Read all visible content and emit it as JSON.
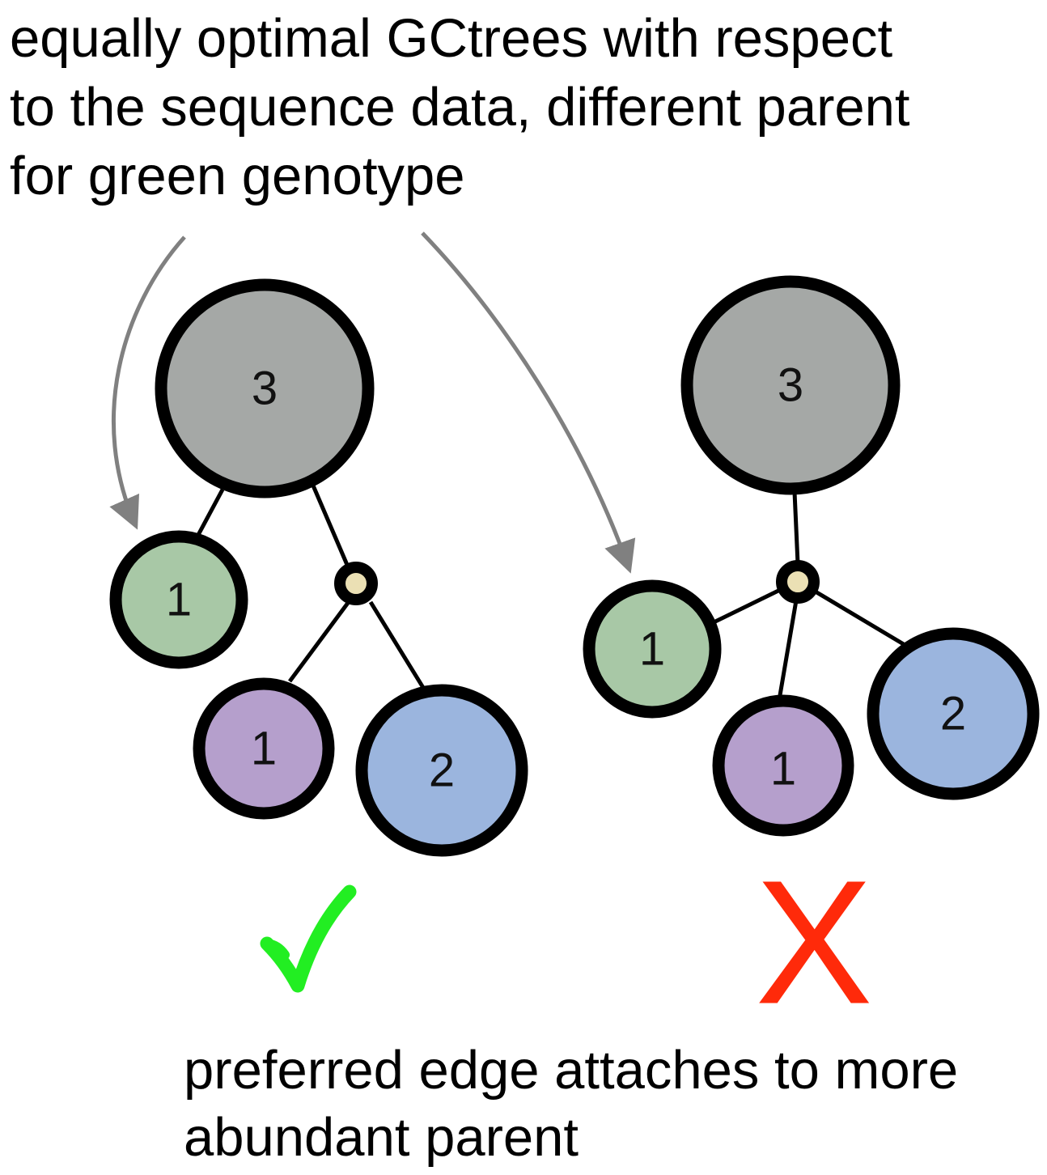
{
  "top_caption": {
    "line1": "equally optimal GCtrees with respect",
    "line2": "to the sequence data, different parent",
    "line3": "for green genotype"
  },
  "bottom_caption": {
    "line1": "preferred edge attaches to more",
    "line2": "abundant parent"
  },
  "trees": {
    "left": {
      "root_label": "3",
      "green_label": "1",
      "purple_label": "1",
      "blue_label": "2",
      "verdict_mark": "✓"
    },
    "right": {
      "root_label": "3",
      "green_label": "1",
      "purple_label": "1",
      "blue_label": "2",
      "verdict_mark": "X"
    }
  },
  "colors": {
    "root_fill": "#a5a8a6",
    "green_fill": "#a8c8a6",
    "purple_fill": "#b59fcc",
    "blue_fill": "#9bb5de",
    "inner_node_fill": "#ebe0b4",
    "arrow_color": "#808080",
    "check_color": "#22ee22",
    "cross_color": "#ff2a0a"
  }
}
